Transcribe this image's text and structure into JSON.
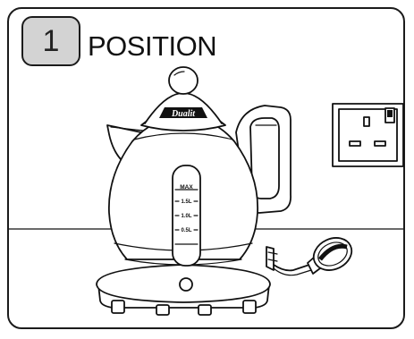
{
  "step": {
    "number": "1",
    "title": "POSITION"
  },
  "kettle": {
    "brand": "Dualit",
    "gauge_max": "MAX",
    "gauge_marks": [
      "1.5L",
      "1.0L",
      "0.5L"
    ]
  },
  "colors": {
    "badge_fill": "#d3d3d3",
    "line": "#111111",
    "body_fill": "#ffffff"
  },
  "icons": [
    "kettle-illustration",
    "wall-socket-icon",
    "power-plug-icon"
  ]
}
